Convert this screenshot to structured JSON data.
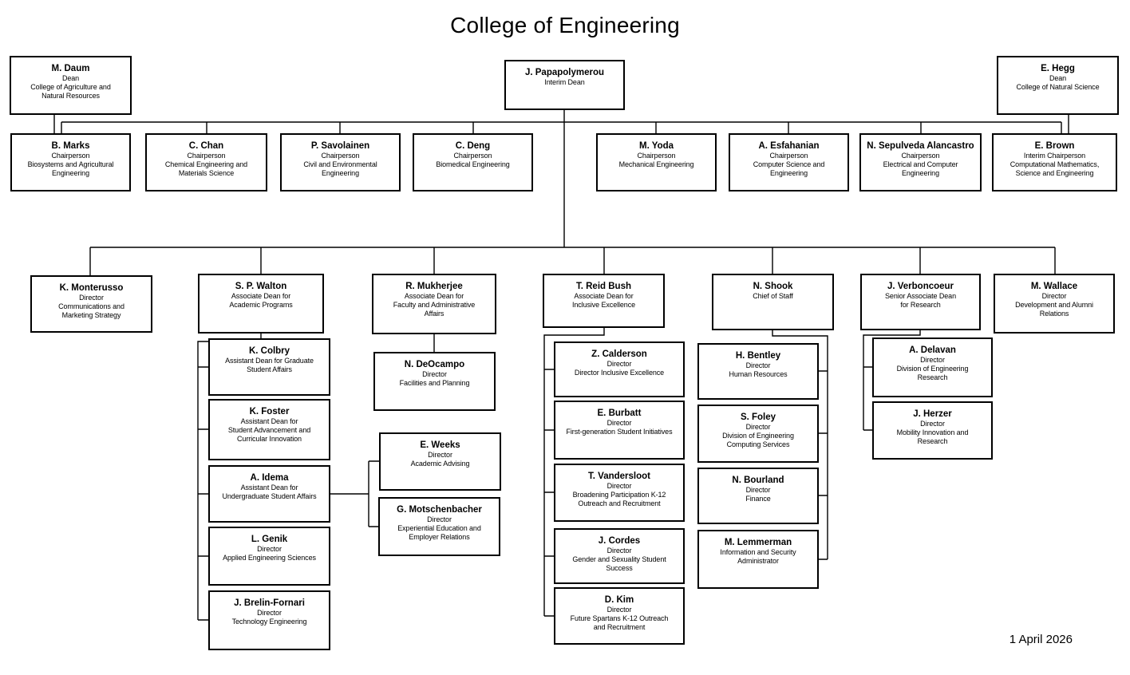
{
  "chart": {
    "title": "College of Engineering",
    "date": "1 April 2026",
    "nodes": {
      "daum": {
        "name": "M. Daum",
        "role": "Dean\nCollege of Agriculture and\nNatural Resources"
      },
      "papa": {
        "name": "J. Papapolymerou",
        "role": "Interim Dean"
      },
      "hegg": {
        "name": "E. Hegg",
        "role": "Dean\nCollege of Natural Science"
      },
      "marks": {
        "name": "B. Marks",
        "role": "Chairperson\nBiosystems and Agricultural\nEngineering"
      },
      "chan": {
        "name": "C. Chan",
        "role": "Chairperson\nChemical Engineering and\nMaterials Science"
      },
      "savolainen": {
        "name": "P. Savolainen",
        "role": "Chairperson\nCivil and Environmental\nEngineering"
      },
      "deng": {
        "name": "C. Deng",
        "role": "Chairperson\nBiomedical Engineering"
      },
      "yoda": {
        "name": "M. Yoda",
        "role": "Chairperson\nMechanical Engineering"
      },
      "esfahanian": {
        "name": "A. Esfahanian",
        "role": "Chairperson\nComputer Science and\nEngineering"
      },
      "sepulveda": {
        "name": "N. Sepulveda Alancastro",
        "role": "Chairperson\nElectrical and Computer\nEngineering"
      },
      "brown": {
        "name": "E. Brown",
        "role": "Interim Chairperson\nComputational Mathematics,\nScience and Engineering"
      },
      "monterusso": {
        "name": "K. Monterusso",
        "role": "Director\nCommunications and\nMarketing Strategy"
      },
      "walton": {
        "name": "S. P. Walton",
        "role": "Associate Dean for\nAcademic Programs"
      },
      "mukherjee": {
        "name": "R. Mukherjee",
        "role": "Associate Dean for\nFaculty and Administrative\nAffairs"
      },
      "reidbush": {
        "name": "T. Reid Bush",
        "role": "Associate Dean for\nInclusive Excellence"
      },
      "shook": {
        "name": "N. Shook",
        "role": "Chief of Staff"
      },
      "verboncoeur": {
        "name": "J. Verboncoeur",
        "role": "Senior Associate Dean\nfor Research"
      },
      "wallace": {
        "name": "M. Wallace",
        "role": "Director\nDevelopment and Alumni\nRelations"
      },
      "colbry": {
        "name": "K. Colbry",
        "role": "Assistant Dean for Graduate\nStudent Affairs"
      },
      "foster": {
        "name": "K. Foster",
        "role": "Assistant Dean for\nStudent Advancement and\nCurricular Innovation"
      },
      "idema": {
        "name": "A. Idema",
        "role": "Assistant Dean for\nUndergraduate Student Affairs"
      },
      "genik": {
        "name": "L. Genik",
        "role": "Director\nApplied Engineering Sciences"
      },
      "brelin": {
        "name": "J. Brelin-Fornari",
        "role": "Director\nTechnology Engineering"
      },
      "deocampo": {
        "name": "N. DeOcampo",
        "role": "Director\nFacilities and Planning"
      },
      "weeks": {
        "name": "E. Weeks",
        "role": "Director\nAcademic Advising"
      },
      "motschenbacher": {
        "name": "G. Motschenbacher",
        "role": "Director\nExperiential Education and\nEmployer Relations"
      },
      "calderson": {
        "name": "Z. Calderson",
        "role": "Director\nDirector Inclusive Excellence"
      },
      "burbatt": {
        "name": "E. Burbatt",
        "role": "Director\nFirst-generation Student Initiatives"
      },
      "vandersloot": {
        "name": "T. Vandersloot",
        "role": "Director\nBroadening Participation K-12\nOutreach and Recruitment"
      },
      "cordes": {
        "name": "J. Cordes",
        "role": "Director\nGender and Sexuality Student\nSuccess"
      },
      "kim": {
        "name": "D. Kim",
        "role": "Director\nFuture Spartans K-12 Outreach\nand Recruitment"
      },
      "bentley": {
        "name": "H. Bentley",
        "role": "Director\nHuman Resources"
      },
      "foley": {
        "name": "S. Foley",
        "role": "Director\nDivision of Engineering\nComputing Services"
      },
      "bourland": {
        "name": "N. Bourland",
        "role": "Director\nFinance"
      },
      "lemmerman": {
        "name": "M. Lemmerman",
        "role": "Information and Security\nAdministrator"
      },
      "delavan": {
        "name": "A. Delavan",
        "role": "Director\nDivision of Engineering\nResearch"
      },
      "herzer": {
        "name": "J. Herzer",
        "role": "Director\nMobility Innovation and\nResearch"
      }
    }
  }
}
